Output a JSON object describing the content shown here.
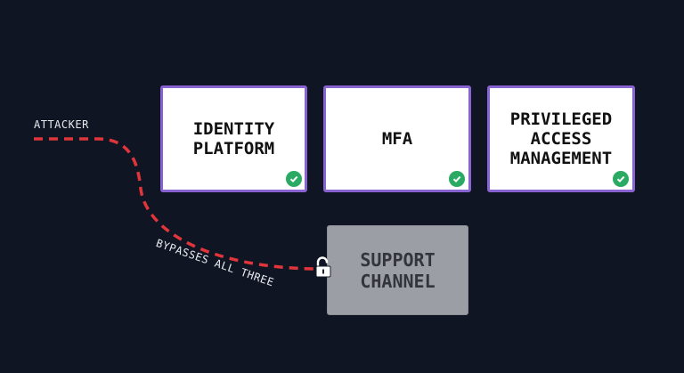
{
  "diagram": {
    "attacker_label": "ATTACKER",
    "path_label": "BYPASSES ALL THREE",
    "controls": [
      {
        "label": "IDENTITY\nPLATFORM",
        "status_icon": "check-circle-icon"
      },
      {
        "label": "MFA",
        "status_icon": "check-circle-icon"
      },
      {
        "label": "PRIVILEGED\nACCESS\nMANAGEMENT",
        "status_icon": "check-circle-icon"
      }
    ],
    "target": {
      "label": "SUPPORT\nCHANNEL",
      "icon": "unlocked-padlock-icon"
    }
  },
  "colors": {
    "background": "#0f1523",
    "control_border": "#8a63d2",
    "control_fill": "#ffffff",
    "check": "#2aaa62",
    "attack_path": "#e0353a",
    "target_fill": "#9c9ea6"
  }
}
